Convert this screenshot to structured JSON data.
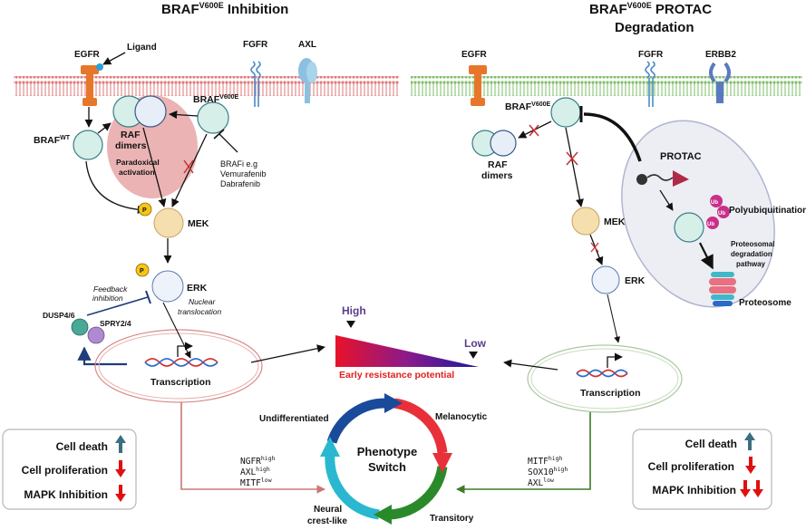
{
  "left_panel": {
    "title_main": "BRAF",
    "title_sup": "V600E",
    "title_rest": " Inhibition",
    "receptors": {
      "egfr": "EGFR",
      "ligand": "Ligand",
      "fgfr": "FGFR",
      "axl": "AXL"
    },
    "braf_wt": "BRAF",
    "braf_wt_sup": "WT",
    "braf_v600e": "BRAF",
    "braf_v600e_sup": "V600E",
    "raf_dimers_1": "RAF",
    "raf_dimers_2": "dimers",
    "paradoxical_1": "Paradoxical",
    "paradoxical_2": "activation",
    "brafi_1": "BRAFi e.g",
    "brafi_2": "Vemurafenib",
    "brafi_3": "Dabrafenib",
    "phospho": "P",
    "mek": "MEK",
    "erk": "ERK",
    "feedback_1": "Feedback",
    "feedback_2": "inhibition",
    "dusp": "DUSP4/6",
    "spry": "SPRY2/4",
    "nuclear_1": "Nuclear",
    "nuclear_2": "translocation",
    "transcription": "Transcription",
    "markers": [
      {
        "name": "NGFR",
        "level": "high"
      },
      {
        "name": "AXL",
        "level": "high"
      },
      {
        "name": "MITF",
        "level": "low"
      }
    ],
    "outcomes": [
      {
        "label": "Cell death",
        "direction": "up"
      },
      {
        "label": "Cell proliferation",
        "direction": "down"
      },
      {
        "label": "MAPK Inhibition",
        "direction": "down"
      }
    ]
  },
  "right_panel": {
    "title_main": "BRAF",
    "title_sup": "V600E",
    "title_rest": " PROTAC",
    "title_line2": "Degradation",
    "receptors": {
      "egfr": "EGFR",
      "fgfr": "FGFR",
      "erbb2": "ERBB2"
    },
    "braf_v600e": "BRAF",
    "braf_v600e_sup": "V600E",
    "raf_dimers_1": "RAF",
    "raf_dimers_2": "dimers",
    "protac": "PROTAC",
    "ub": "Ub",
    "polyubiquitination": "Polyubiquitination",
    "proteosomal_1": "Proteosomal",
    "proteosomal_2": "degradation",
    "proteosomal_3": "pathway",
    "proteosome": "Proteosome",
    "mek": "MEK",
    "erk": "ERK",
    "transcription": "Transcription",
    "markers": [
      {
        "name": "MITF",
        "level": "high"
      },
      {
        "name": "SOX10",
        "level": "high"
      },
      {
        "name": "AXL",
        "level": "low"
      }
    ],
    "outcomes": [
      {
        "label": "Cell death",
        "direction": "up"
      },
      {
        "label": "Cell proliferation",
        "direction": "down"
      },
      {
        "label": "MAPK Inhibition",
        "direction": "double-down"
      }
    ]
  },
  "center": {
    "high_label": "High",
    "low_label": "Low",
    "resistance_label": "Early resistance potential",
    "phenotype_1": "Phenotype",
    "phenotype_2": "Switch",
    "states": {
      "undifferentiated": "Undifferentiated",
      "melanocytic": "Melanocytic",
      "transitory": "Transitory",
      "neural_1": "Neural",
      "neural_2": "crest-like"
    }
  },
  "colors": {
    "membrane_left": "#e07a7a",
    "membrane_right": "#7fbf6a",
    "protein_teal": "#d6efe8",
    "mek": "#f5dfae",
    "erk": "#e8eef8",
    "phospho": "#f5c518",
    "up_arrow": "#3a6e80",
    "down_arrow": "#e01010",
    "resistance_text": "#e02020",
    "high_low": "#5a3e8a"
  }
}
